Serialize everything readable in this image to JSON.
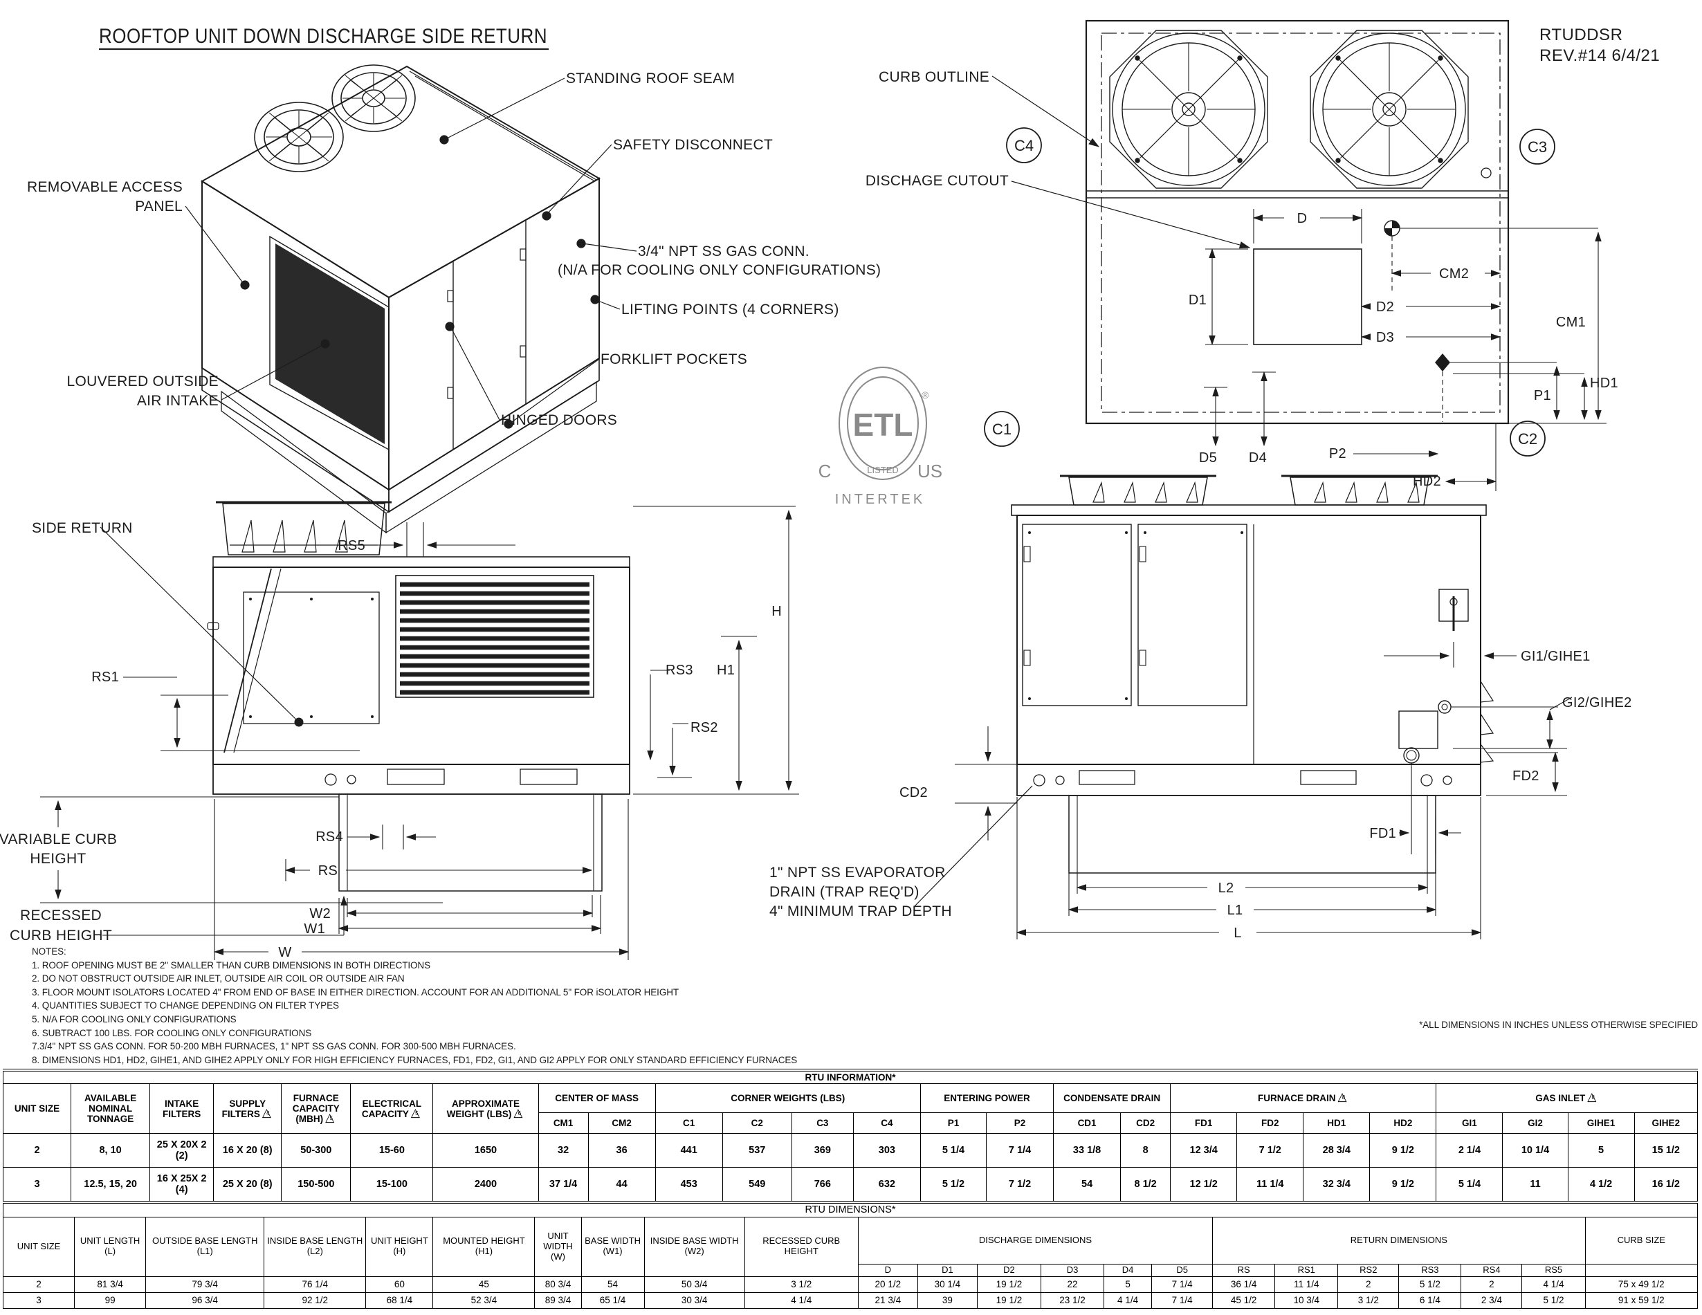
{
  "doc": {
    "title": "ROOFTOP UNIT DOWN DISCHARGE SIDE RETURN",
    "model": "RTUDDSR",
    "revision": "REV.#14 6/4/21",
    "dimension_note": "*ALL DIMENSIONS IN INCHES UNLESS OTHERWISE SPECIFIED"
  },
  "iso": {
    "standing_roof_seam": "STANDING ROOF SEAM",
    "safety_disconnect": "SAFETY DISCONNECT",
    "gas_conn_1": "3/4\" NPT SS GAS CONN.",
    "gas_conn_2": "(N/A FOR COOLING ONLY CONFIGURATIONS)",
    "lifting_points": "LIFTING POINTS (4 CORNERS)",
    "forklift_pockets": "FORKLIFT POCKETS",
    "hinged_doors": "HINGED DOORS",
    "removable_access_1": "REMOVABLE ACCESS",
    "removable_access_2": "PANEL",
    "louvered_1": "LOUVERED OUTSIDE",
    "louvered_2": "AIR INTAKE"
  },
  "plan": {
    "curb_outline": "CURB OUTLINE",
    "discharge_cutout": "DISCHAGE CUTOUT",
    "c1": "C1",
    "c2": "C2",
    "c3": "C3",
    "c4": "C4",
    "d": "D",
    "d1": "D1",
    "d2": "D2",
    "d3": "D3",
    "d4": "D4",
    "d5": "D5",
    "p1": "P1",
    "p2": "P2",
    "cm1": "CM1",
    "cm2": "CM2",
    "hd1": "HD1",
    "hd2": "HD2"
  },
  "etl": {
    "etl": "ETL",
    "reg": "®",
    "listed": "LISTED",
    "c": "C",
    "us": "US",
    "intertek": "INTERTEK"
  },
  "left": {
    "side_return": "SIDE RETURN",
    "rs5": "RS5",
    "h": "H",
    "h1": "H1",
    "rs3": "RS3",
    "rs2": "RS2",
    "rs1": "RS1",
    "vch1": "VARIABLE CURB",
    "vch2": "HEIGHT",
    "rch1": "RECESSED",
    "rch2": "CURB HEIGHT",
    "rs4": "RS4",
    "rs": "RS",
    "w2": "W2",
    "w1": "W1",
    "w": "W"
  },
  "right": {
    "cd2": "CD2",
    "evap1": "1\" NPT SS EVAPORATOR",
    "evap2": "DRAIN (TRAP REQ'D)",
    "evap3": "4\" MINIMUM TRAP DEPTH",
    "gi1": "GI1/GIHE1",
    "gi2": "GI2/GIHE2",
    "fd2": "FD2",
    "fd1": "FD1",
    "l2": "L2",
    "l1": "L1",
    "l": "L"
  },
  "notes": {
    "heading": "NOTES:",
    "items": [
      "1. ROOF OPENING MUST BE 2\" SMALLER THAN CURB DIMENSIONS IN BOTH DIRECTIONS",
      "2. DO NOT OBSTRUCT OUTSIDE AIR INLET, OUTSIDE AIR COIL OR OUTSIDE AIR FAN",
      "3. FLOOR MOUNT ISOLATORS LOCATED 4\" FROM END OF BASE IN EITHER DIRECTION. ACCOUNT FOR AN ADDITIONAL 5\" FOR iSOLATOR HEIGHT",
      "4. QUANTITIES SUBJECT TO CHANGE DEPENDING ON FILTER TYPES",
      "5. N/A FOR COOLING ONLY CONFIGURATIONS",
      "6. SUBTRACT 100 LBS. FOR COOLING ONLY CONFIGURATIONS",
      "7.3/4\" NPT SS GAS CONN. FOR 50-200 MBH FURNACES, 1\" NPT SS GAS CONN. FOR 300-500 MBH FURNACES.",
      "8. DIMENSIONS HD1, HD2, GIHE1, AND GIHE2 APPLY ONLY FOR HIGH EFFICIENCY FURNACES, FD1, FD2, GI1, AND GI2 APPLY FOR ONLY STANDARD EFFICIENCY FURNACES"
    ]
  },
  "rtu_information": {
    "title": "RTU INFORMATION*",
    "simple_columns": [
      {
        "label": "UNIT SIZE"
      },
      {
        "label": "AVAILABLE NOMINAL TONNAGE"
      },
      {
        "label": "INTAKE FILTERS"
      },
      {
        "label": "SUPPLY FILTERS",
        "note": "4"
      },
      {
        "label": "FURNACE CAPACITY (MBH)",
        "note": "5"
      },
      {
        "label": "ELECTRICAL CAPACITY",
        "note": "5"
      },
      {
        "label": "APPROXIMATE WEIGHT (LBS)",
        "note": "6"
      }
    ],
    "groups": [
      {
        "label": "CENTER OF MASS",
        "cols": [
          "CM1",
          "CM2"
        ]
      },
      {
        "label": "CORNER WEIGHTS (LBS)",
        "cols": [
          "C1",
          "C2",
          "C3",
          "C4"
        ]
      },
      {
        "label": "ENTERING POWER",
        "cols": [
          "P1",
          "P2"
        ]
      },
      {
        "label": "CONDENSATE DRAIN",
        "cols": [
          "CD1",
          "CD2"
        ]
      },
      {
        "label": "FURNACE DRAIN",
        "note": "8",
        "cols": [
          "FD1",
          "FD2",
          "HD1",
          "HD2"
        ]
      },
      {
        "label": "GAS INLET",
        "note": "8",
        "cols": [
          "GI1",
          "GI2",
          "GIHE1",
          "GIHE2"
        ]
      }
    ],
    "rows": [
      [
        "2",
        "8, 10",
        "25 X 20X 2 (2)",
        "16 X 20 (8)",
        "50-300",
        "15-60",
        "1650",
        "32",
        "36",
        "441",
        "537",
        "369",
        "303",
        "5 1/4",
        "7 1/4",
        "33 1/8",
        "8",
        "12 3/4",
        "7 1/2",
        "28 3/4",
        "9 1/2",
        "2 1/4",
        "10 1/4",
        "5",
        "15 1/2"
      ],
      [
        "3",
        "12.5, 15, 20",
        "16 X 25X 2 (4)",
        "25 X 20 (8)",
        "150-500",
        "15-100",
        "2400",
        "37 1/4",
        "44",
        "453",
        "549",
        "766",
        "632",
        "5 1/2",
        "7 1/2",
        "54",
        "8 1/2",
        "12 1/2",
        "11 1/4",
        "32 3/4",
        "9 1/2",
        "5 1/4",
        "11",
        "4 1/2",
        "16 1/2"
      ]
    ]
  },
  "rtu_dimensions": {
    "title": "RTU DIMENSIONS*",
    "simple_columns": [
      "UNIT SIZE",
      "UNIT LENGTH (L)",
      "OUTSIDE BASE LENGTH (L1)",
      "INSIDE BASE LENGTH (L2)",
      "UNIT HEIGHT (H)",
      "MOUNTED HEIGHT (H1)",
      "UNIT WIDTH (W)",
      "BASE WIDTH (W1)",
      "INSIDE BASE WIDTH (W2)",
      "RECESSED CURB HEIGHT"
    ],
    "groups": [
      {
        "label": "DISCHARGE DIMENSIONS",
        "cols": [
          "D",
          "D1",
          "D2",
          "D3",
          "D4",
          "D5"
        ]
      },
      {
        "label": "RETURN DIMENSIONS",
        "cols": [
          "RS",
          "RS1",
          "RS2",
          "RS3",
          "RS4",
          "RS5"
        ]
      },
      {
        "label": "CURB SIZE",
        "cols": [
          ""
        ]
      }
    ],
    "rows": [
      [
        "2",
        "81 3/4",
        "79 3/4",
        "76 1/4",
        "60",
        "45",
        "80 3/4",
        "54",
        "50 3/4",
        "3 1/2",
        "20 1/2",
        "30 1/4",
        "19 1/2",
        "22",
        "5",
        "7 1/4",
        "36 1/4",
        "11 1/4",
        "2",
        "5 1/2",
        "2",
        "4 1/4",
        "75 x 49 1/2"
      ],
      [
        "3",
        "99",
        "96 3/4",
        "92 1/2",
        "68 1/4",
        "52 3/4",
        "89 3/4",
        "65 1/4",
        "30 3/4",
        "4 1/4",
        "21 3/4",
        "39",
        "19 1/2",
        "23 1/2",
        "4 1/4",
        "7 1/4",
        "45 1/2",
        "10 3/4",
        "3 1/2",
        "6 1/4",
        "2 3/4",
        "5 1/2",
        "91 x 59 1/2"
      ]
    ]
  }
}
